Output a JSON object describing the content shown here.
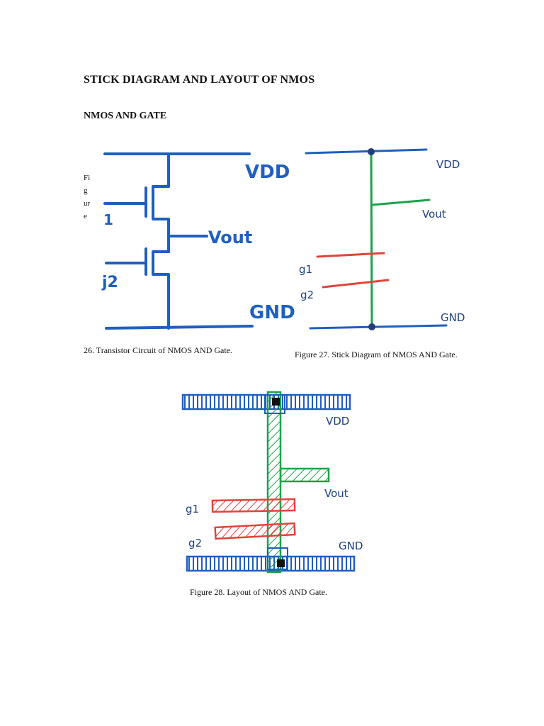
{
  "document": {
    "heading": "STICK DIAGRAM AND LAYOUT OF NMOS",
    "subheading": "NMOS AND GATE",
    "clipped_caption_fragment": [
      "Fi",
      "g",
      "ur",
      "e"
    ]
  },
  "figures": {
    "fig26": {
      "caption": "26. Transistor Circuit of NMOS AND Gate.",
      "labels": {
        "vdd": "VDD",
        "vout": "Vout",
        "gnd": "GND",
        "g1": "1",
        "g2": "j2"
      }
    },
    "fig27": {
      "caption": "Figure 27. Stick Diagram of NMOS AND Gate.",
      "labels": {
        "vdd": "VDD",
        "vout": "Vout",
        "g1": "g1",
        "g2": "g2",
        "gnd": "GND"
      }
    },
    "fig28": {
      "caption": "Figure 28. Layout of NMOS AND Gate.",
      "labels": {
        "vdd": "VDD",
        "vout": "Vout",
        "g1": "g1",
        "g2": "g2",
        "gnd": "GND"
      }
    }
  },
  "colors": {
    "metal_blue": "#1f5fbf",
    "diffusion_green": "#1aa34a",
    "poly_red": "#e0443a",
    "contact_black": "#111111"
  }
}
